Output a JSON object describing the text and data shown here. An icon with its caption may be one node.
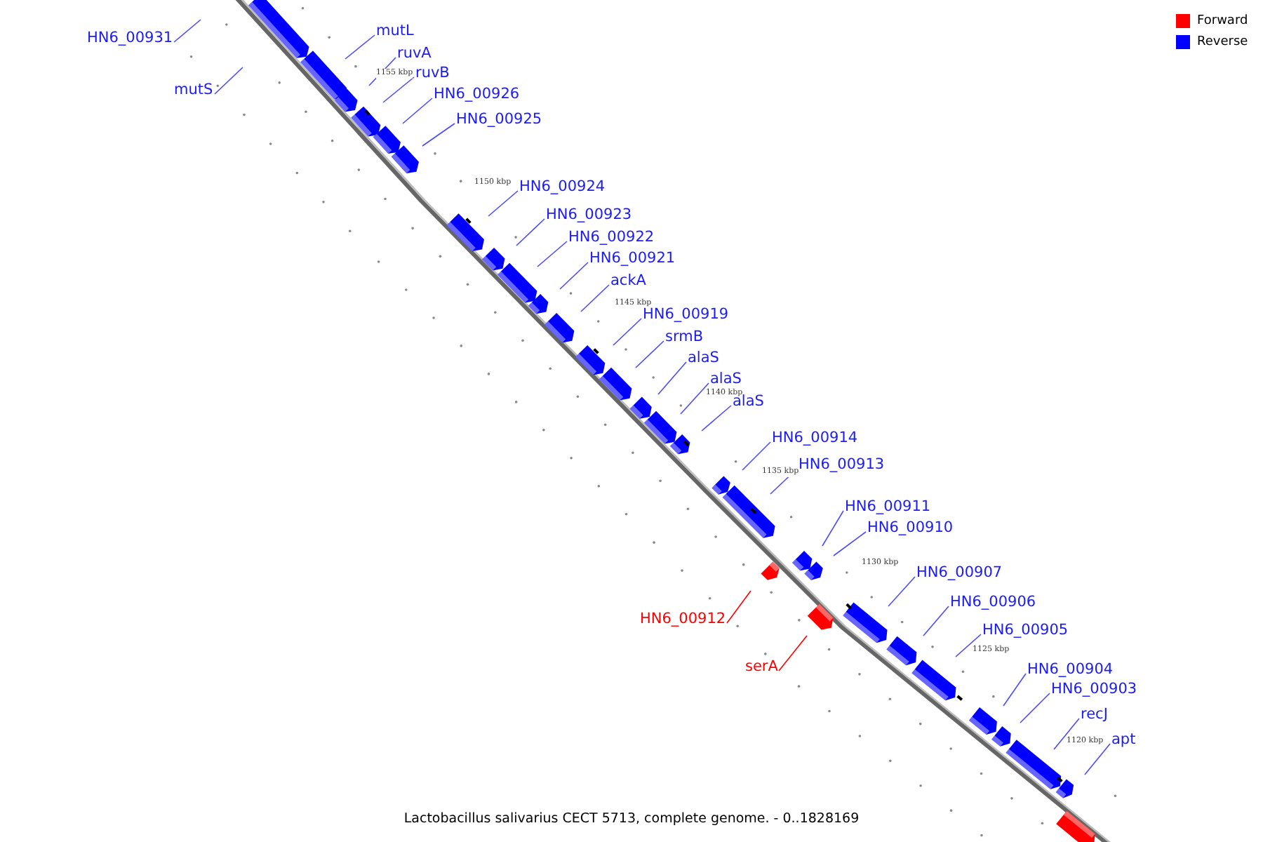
{
  "diagram": {
    "caption": "Lactobacillus salivarius CECT 5713, complete genome. - 0..1828169",
    "nodes": [
      {
        "text": [
          "HN6_00931"
        ]
      },
      {
        "text": [
          "mutS"
        ]
      },
      {
        "text": [
          "mutL"
        ]
      },
      {
        "text": [
          "ruvA"
        ]
      },
      {
        "text": [
          "ruvB"
        ]
      },
      {
        "text": [
          "HN6_00926"
        ]
      },
      {
        "text": [
          "HN6_00925"
        ]
      },
      {
        "text": [
          "HN6_00924"
        ]
      },
      {
        "text": [
          "HN6_00923"
        ]
      },
      {
        "text": [
          "HN6_00922"
        ]
      },
      {
        "text": [
          "HN6_00921"
        ]
      },
      {
        "text": [
          "ackA"
        ]
      },
      {
        "text": [
          "HN6_00919"
        ]
      },
      {
        "text": [
          "srmB"
        ]
      },
      {
        "text": [
          "alaS"
        ]
      },
      {
        "text": [
          "alaS"
        ]
      },
      {
        "text": [
          "alaS"
        ]
      },
      {
        "text": [
          "HN6_00914"
        ]
      },
      {
        "text": [
          "HN6_00913"
        ]
      },
      {
        "text": [
          "HN6_00911"
        ]
      },
      {
        "text": [
          "HN6_00910"
        ]
      },
      {
        "text": [
          "HN6_00912"
        ]
      },
      {
        "text": [
          "serA"
        ]
      },
      {
        "text": [
          "HN6_00907"
        ]
      },
      {
        "text": [
          "HN6_00906"
        ]
      },
      {
        "text": [
          "HN6_00905"
        ]
      },
      {
        "text": [
          "HN6_00904"
        ]
      },
      {
        "text": [
          "HN6_00903"
        ]
      },
      {
        "text": [
          "recJ"
        ]
      },
      {
        "text": [
          "apt"
        ]
      }
    ],
    "edges": [
      {
        "from": 0,
        "to": null,
        "arrow": "none"
      },
      {
        "from": 1,
        "to": null,
        "arrow": "none"
      },
      {
        "from": 2,
        "to": null,
        "arrow": "none"
      },
      {
        "from": 3,
        "to": null,
        "arrow": "none"
      },
      {
        "from": 4,
        "to": null,
        "arrow": "none"
      },
      {
        "from": 5,
        "to": null,
        "arrow": "none"
      },
      {
        "from": 6,
        "to": null,
        "arrow": "none"
      },
      {
        "from": 7,
        "to": null,
        "arrow": "none"
      },
      {
        "from": 8,
        "to": null,
        "arrow": "none"
      },
      {
        "from": 9,
        "to": null,
        "arrow": "none"
      },
      {
        "from": 10,
        "to": null,
        "arrow": "none"
      },
      {
        "from": 11,
        "to": null,
        "arrow": "none"
      },
      {
        "from": 12,
        "to": null,
        "arrow": "none"
      },
      {
        "from": 13,
        "to": null,
        "arrow": "none"
      },
      {
        "from": 14,
        "to": null,
        "arrow": "none"
      },
      {
        "from": 15,
        "to": null,
        "arrow": "none"
      },
      {
        "from": 16,
        "to": null,
        "arrow": "none"
      },
      {
        "from": 17,
        "to": null,
        "arrow": "none"
      },
      {
        "from": 18,
        "to": null,
        "arrow": "none"
      },
      {
        "from": 19,
        "to": null,
        "arrow": "none"
      },
      {
        "from": 20,
        "to": null,
        "arrow": "none"
      },
      {
        "from": 21,
        "to": null,
        "arrow": "none",
        "color": "#ff0000"
      },
      {
        "from": 22,
        "to": null,
        "arrow": "none",
        "color": "#ff0000"
      },
      {
        "from": 23,
        "to": null,
        "arrow": "none"
      },
      {
        "from": 24,
        "to": null,
        "arrow": "none"
      },
      {
        "from": 25,
        "to": null,
        "arrow": "none"
      },
      {
        "from": 26,
        "to": null,
        "arrow": "none"
      },
      {
        "from": 27,
        "to": null,
        "arrow": "none"
      },
      {
        "from": 28,
        "to": null,
        "arrow": "none"
      },
      {
        "from": 29,
        "to": null,
        "arrow": "none"
      }
    ],
    "labels": [
      "1155 kbp",
      "1150 kbp",
      "1145 kbp",
      "1140 kbp",
      "1135 kbp",
      "1130 kbp",
      "1125 kbp",
      "1120 kbp"
    ],
    "legend": [
      {
        "text": "Forward",
        "color": "#ff0000"
      },
      {
        "text": "Reverse",
        "color": "#0000ff"
      }
    ]
  }
}
